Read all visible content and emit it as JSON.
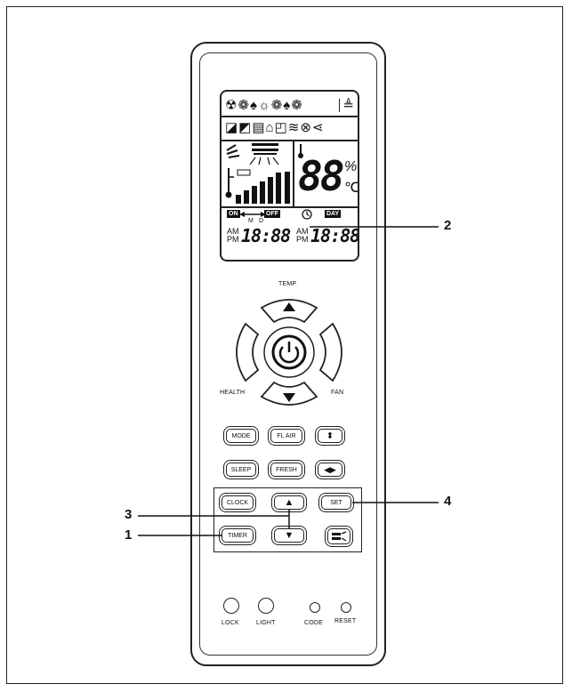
{
  "lcd": {
    "icons_row1": "☢❁♠☼❁♠❁",
    "icons_row2": "◪◩▤⌂◰≋⊗⋖",
    "temp_value": "88",
    "percent": "%",
    "celsius": "℃",
    "on_label": "ON",
    "off_label": "OFF",
    "day_label": "DAY",
    "m_label": "M",
    "d_label": "D",
    "am": "AM",
    "pm": "PM",
    "time1": "18:88",
    "time2": "18:88"
  },
  "labels": {
    "temp": "TEMP",
    "health": "HEALTH",
    "fan": "FAN"
  },
  "buttons": {
    "mode": "MODE",
    "fl_air": "FL AIR",
    "sleep": "SLEEP",
    "fresh": "FRESH",
    "clock": "CLOCK",
    "set": "SET",
    "timer": "TIMER",
    "lock": "LOCK",
    "light": "LIGHT",
    "code": "CODE",
    "reset": "RESET"
  },
  "callouts": {
    "c1": "1",
    "c2": "2",
    "c3": "3",
    "c4": "4"
  }
}
